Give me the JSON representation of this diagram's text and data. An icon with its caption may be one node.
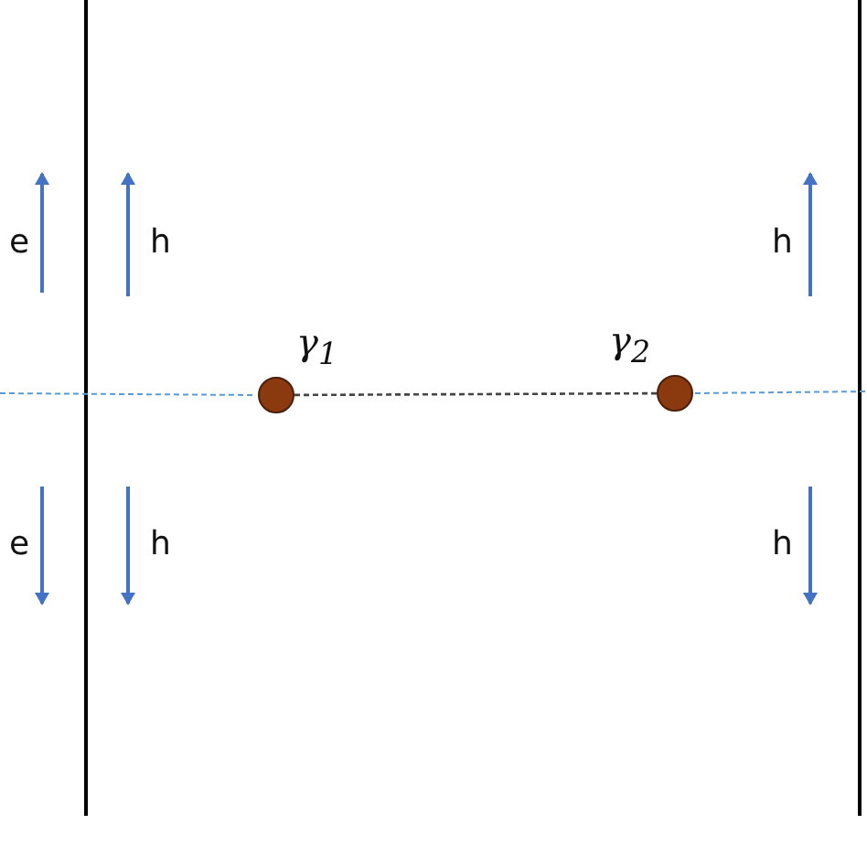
{
  "diagram": {
    "nodes": [
      {
        "text": [],
        "shape": "circle",
        "beside": [
          "γ$_{1}$"
        ]
      },
      {
        "text": [],
        "shape": "circle",
        "beside": [
          "γ$_{2}$"
        ]
      }
    ],
    "edges": [
      {
        "from": 0,
        "to": 1,
        "arrow": "none",
        "style": "dashed"
      }
    ],
    "labels": [
      "e",
      "h",
      "h",
      "e",
      "h",
      "h"
    ]
  }
}
